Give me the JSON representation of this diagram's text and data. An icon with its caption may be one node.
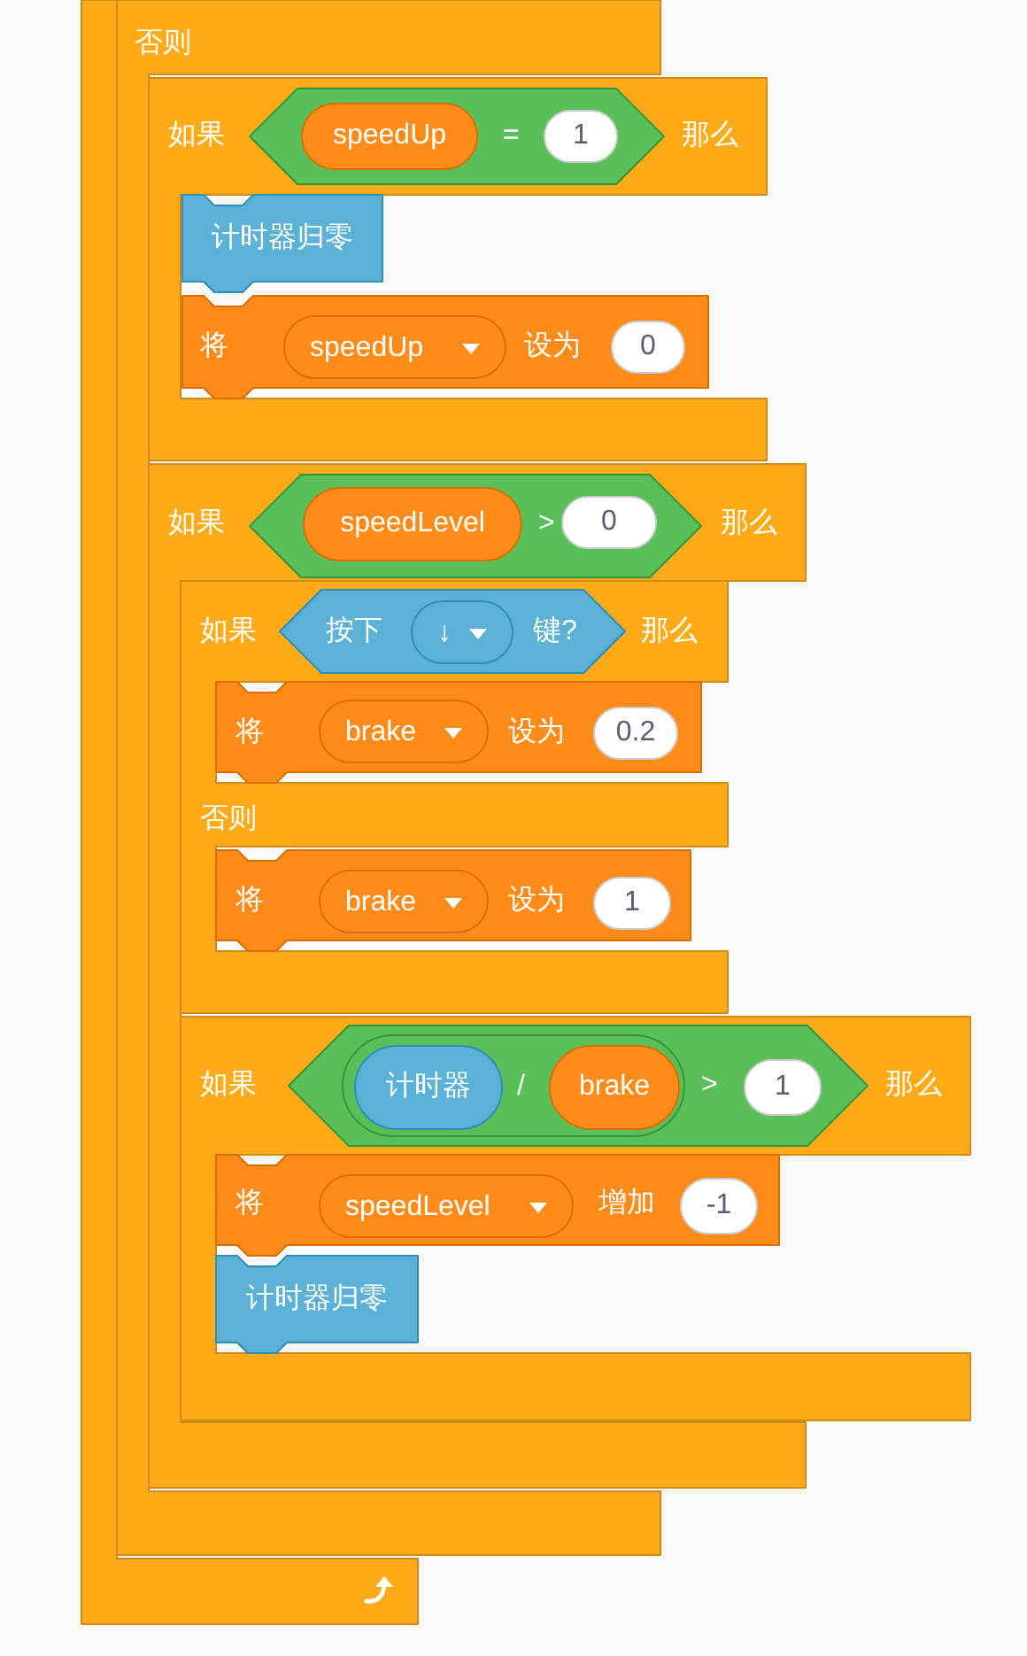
{
  "diagram": {
    "nodes": [
      {
        "text": [],
        "shape": "box"
      },
      {
        "text": [
          "否则"
        ]
      },
      {
        "text": [
          "如果",
          "那么"
        ]
      },
      {
        "text": [
          "="
        ],
        "in": 2
      },
      {
        "text": [
          "speedUp"
        ],
        "in": 3
      },
      {
        "text": [
          "1"
        ],
        "in": 3
      },
      {
        "text": [
          "计时器归零"
        ],
        "in": 2
      },
      {
        "text": [
          "将",
          "设为"
        ],
        "in": 2
      },
      {
        "text": [
          "speedUp"
        ],
        "in": 7
      },
      {
        "text": [
          "0"
        ],
        "in": 7
      },
      {
        "text": [
          "如果",
          "那么"
        ]
      },
      {
        "text": [
          ">"
        ],
        "in": 10
      },
      {
        "text": [
          "speedLevel"
        ],
        "in": 11
      },
      {
        "text": [
          "0"
        ],
        "in": 11
      },
      {
        "text": [
          "如果",
          "那么",
          "否则"
        ],
        "in": 10
      },
      {
        "text": [
          "按下",
          "键?"
        ],
        "in": 14
      },
      {
        "text": [
          "↓"
        ],
        "in": 15
      },
      {
        "text": [
          "将",
          "设为"
        ],
        "in": 14
      },
      {
        "text": [
          "brake"
        ],
        "in": 17
      },
      {
        "text": [
          "0.2"
        ],
        "in": 17
      },
      {
        "text": [
          "将",
          "设为"
        ],
        "in": 14
      },
      {
        "text": [
          "brake"
        ],
        "in": 20
      },
      {
        "text": [
          "1"
        ],
        "in": 20
      },
      {
        "text": [
          "如果",
          "那么"
        ]
      },
      {
        "text": [
          ">"
        ],
        "in": 23
      },
      {
        "text": [
          "/"
        ],
        "in": 24
      },
      {
        "text": [
          "计时器"
        ],
        "in": 25
      },
      {
        "text": [
          "brake"
        ],
        "in": 25
      },
      {
        "text": [
          "1"
        ],
        "in": 24
      },
      {
        "text": [
          "将",
          "增加"
        ],
        "in": 23
      },
      {
        "text": [
          "speedLevel"
        ],
        "in": 29
      },
      {
        "text": [
          "-1"
        ],
        "in": 29
      },
      {
        "text": [
          "计时器归零"
        ],
        "in": 23
      }
    ]
  }
}
